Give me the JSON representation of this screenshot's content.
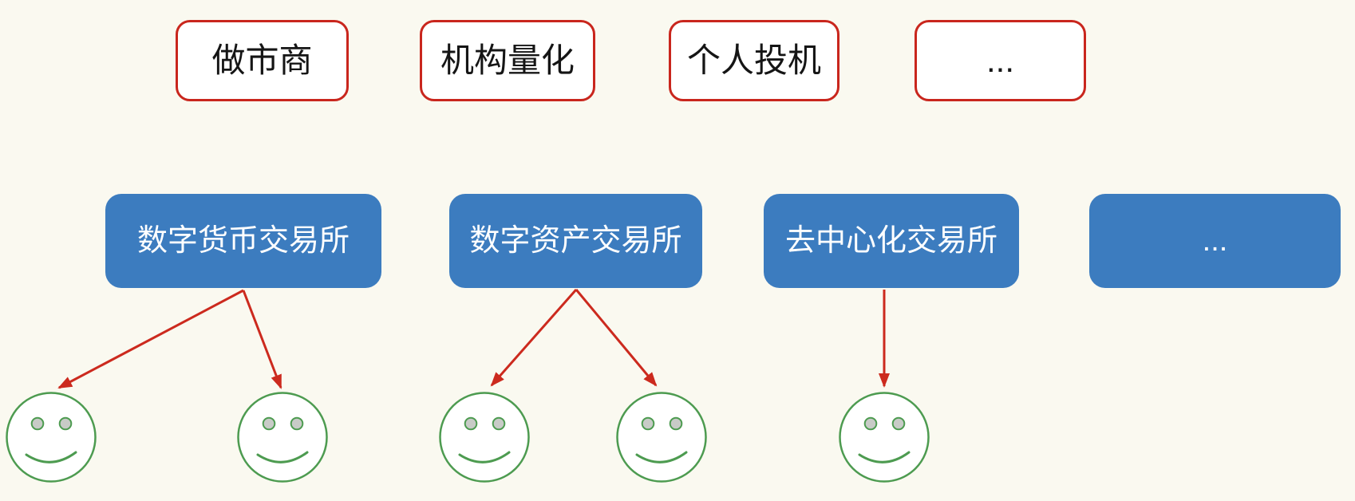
{
  "diagram": {
    "participants": {
      "items": [
        {
          "label": "做市商"
        },
        {
          "label": "机构量化"
        },
        {
          "label": "个人投机"
        },
        {
          "label": "..."
        }
      ]
    },
    "exchanges": {
      "items": [
        {
          "label": "数字货币交易所"
        },
        {
          "label": "数字资产交易所"
        },
        {
          "label": "去中心化交易所"
        },
        {
          "label": "..."
        }
      ]
    },
    "traders": {
      "count": 5,
      "icon": "smiley-face"
    },
    "connections": [
      {
        "from_exchange": 0,
        "to_trader": 0
      },
      {
        "from_exchange": 0,
        "to_trader": 1
      },
      {
        "from_exchange": 1,
        "to_trader": 2
      },
      {
        "from_exchange": 1,
        "to_trader": 3
      },
      {
        "from_exchange": 2,
        "to_trader": 4
      }
    ]
  },
  "colors": {
    "background": "#FAF9F0",
    "participant_border": "#C9261D",
    "participant_fill": "#FFFFFF",
    "participant_text": "#151515",
    "exchange_fill": "#3C7CBF",
    "exchange_text": "#FFFFFF",
    "arrow": "#CC2A1E",
    "face_stroke": "#4D9B50",
    "face_fill": "#FFFFFF",
    "eye_fill": "#C8CBC7"
  }
}
